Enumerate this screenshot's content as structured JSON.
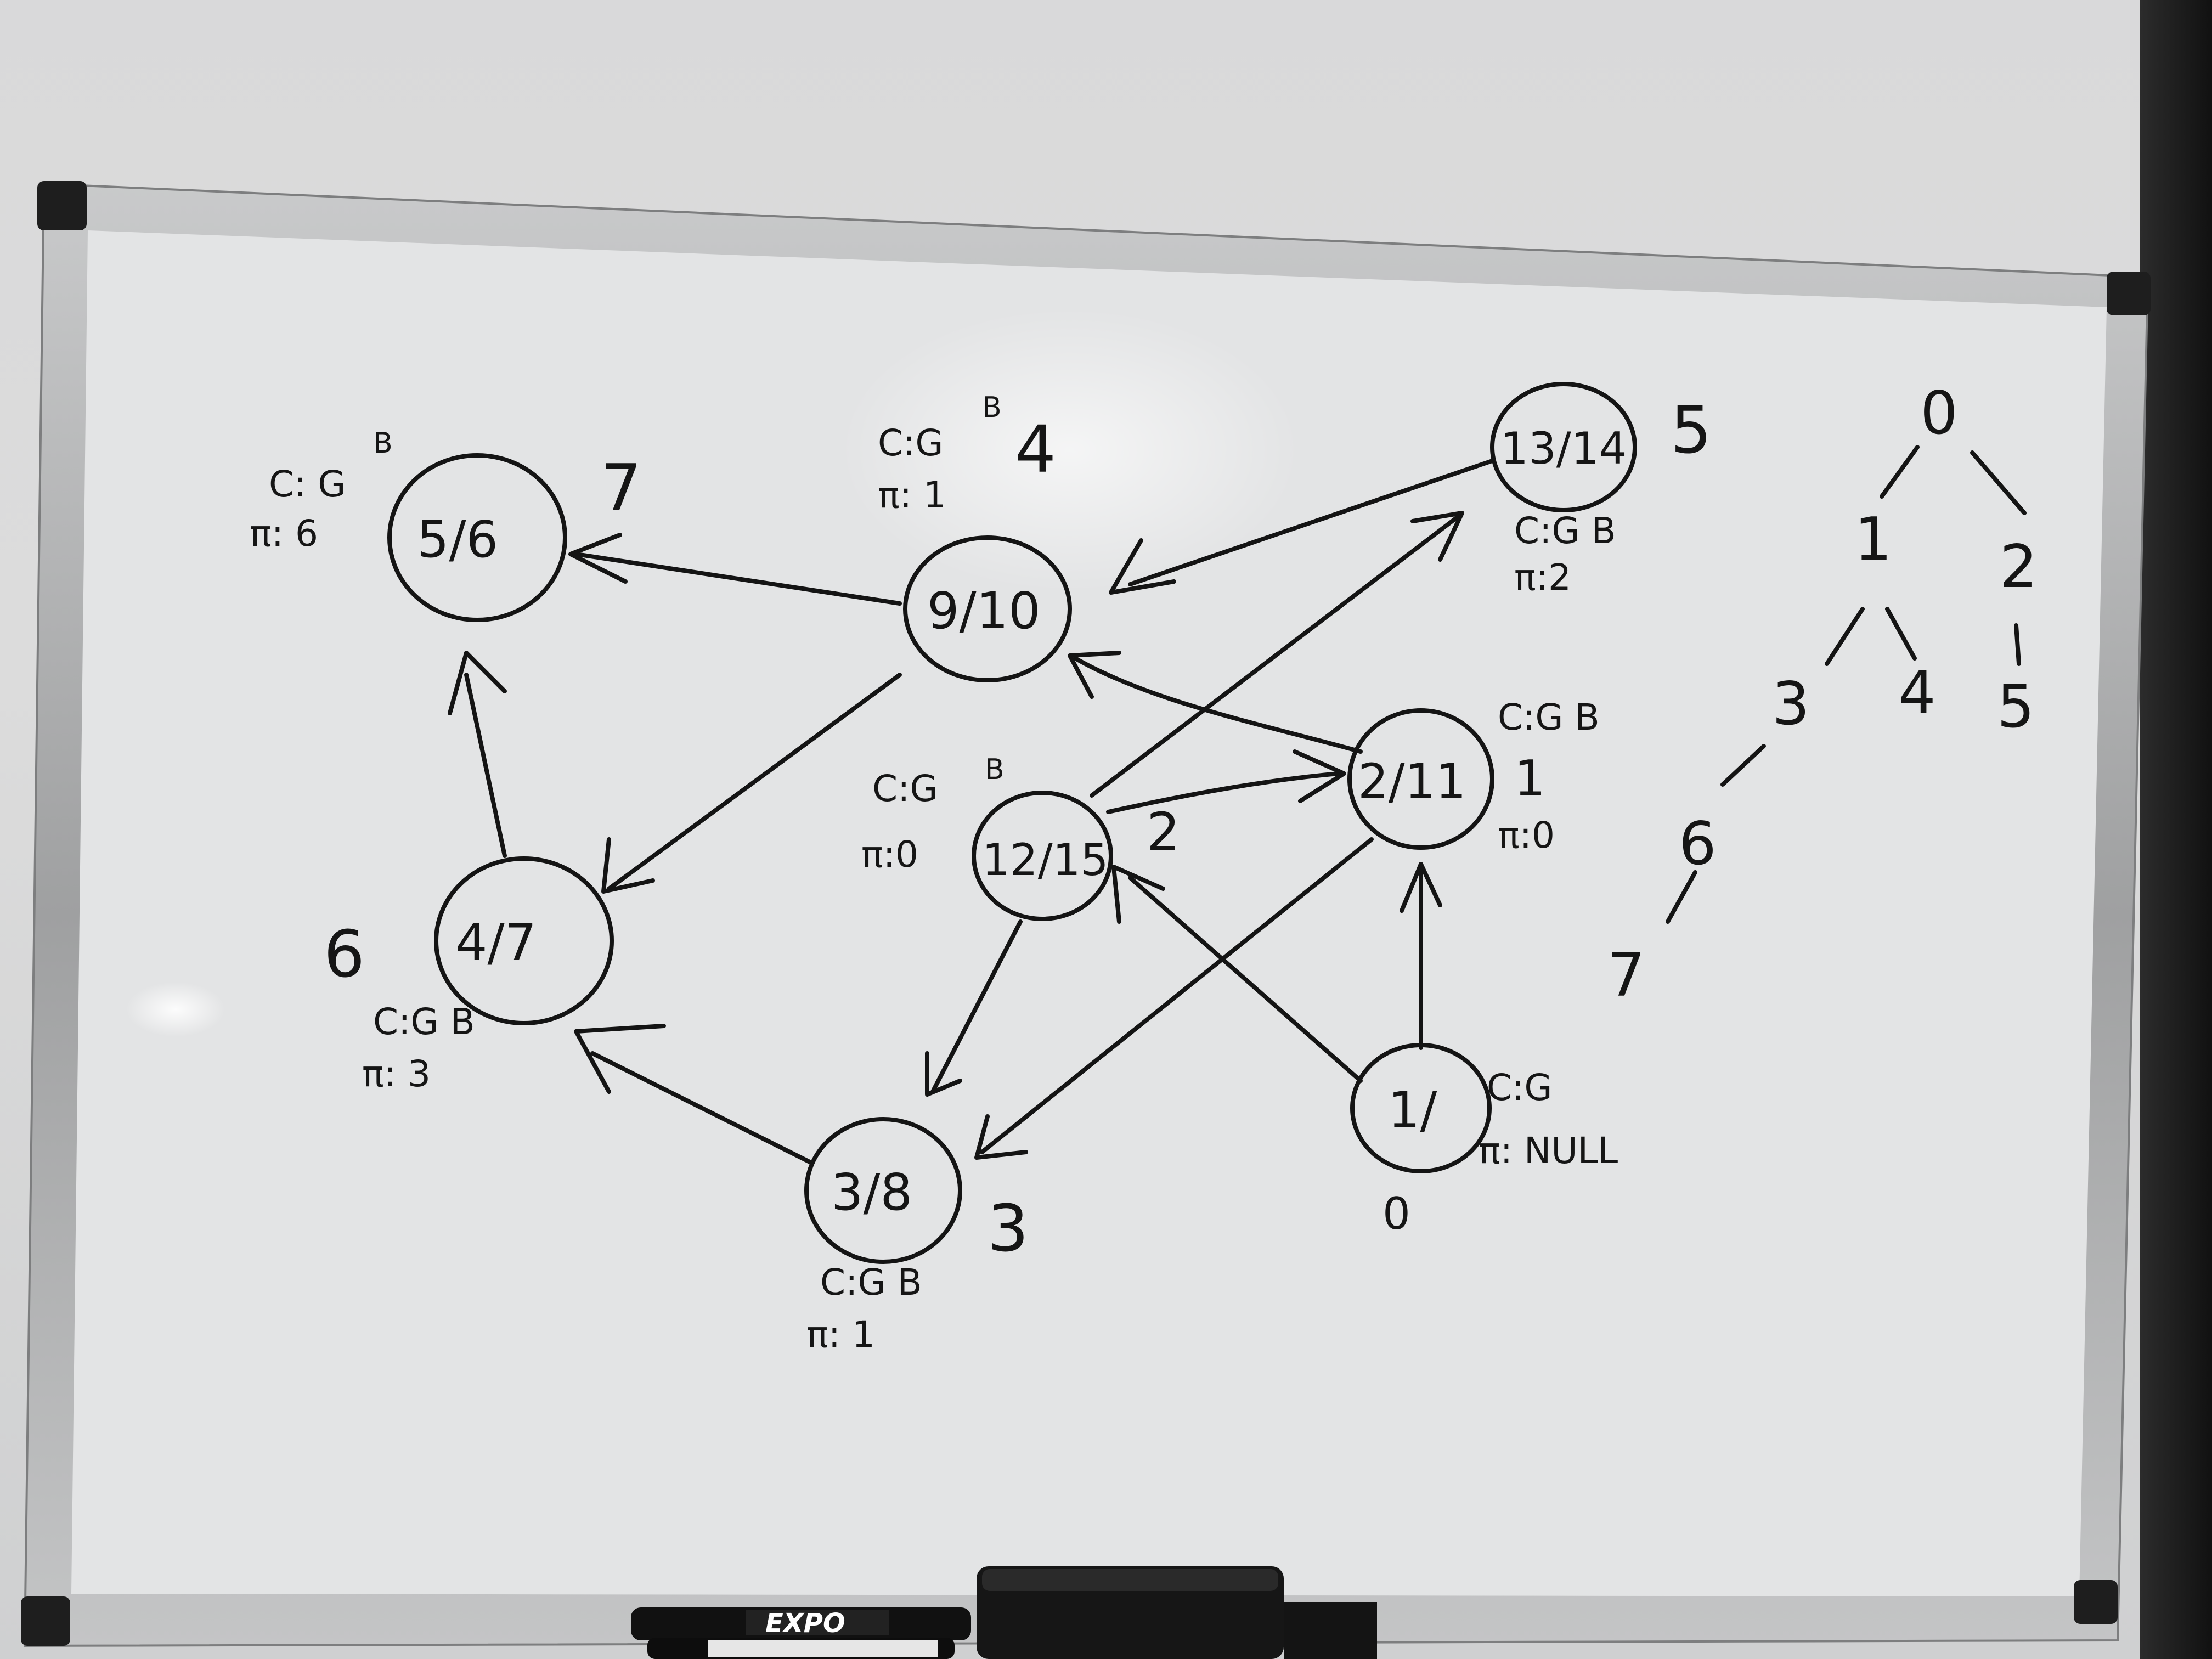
{
  "nodes": [
    {
      "id": "n-5-6",
      "label": "5/6",
      "notes": [
        "C: G",
        "π: 6"
      ],
      "sup": "B",
      "order": "7"
    },
    {
      "id": "n-9-10",
      "label": "9/10",
      "notes": [
        "C:G",
        "π: 1"
      ],
      "sup": "B",
      "order": "4"
    },
    {
      "id": "n-13-14",
      "label": "13/14",
      "notes": [
        "C:G B",
        "π:2"
      ],
      "sup": "",
      "order": "5"
    },
    {
      "id": "n-2-11",
      "label": "2/11",
      "notes": [
        "C:G B",
        "π:0"
      ],
      "sup": "",
      "order": "1"
    },
    {
      "id": "n-12-15",
      "label": "12/15",
      "notes": [
        "C:G",
        "π:0"
      ],
      "sup": "B",
      "order": "2"
    },
    {
      "id": "n-4-7",
      "label": "4/7",
      "notes": [
        "C:G B",
        "π: 3"
      ],
      "sup": "",
      "order": "6"
    },
    {
      "id": "n-3-8",
      "label": "3/8",
      "notes": [
        "C:G B",
        "π: 1"
      ],
      "sup": "",
      "order": "3"
    },
    {
      "id": "n-1",
      "label": "1/",
      "notes": [
        "C:G",
        "π: NULL"
      ],
      "sup": "",
      "order": "0"
    }
  ],
  "tree": {
    "labels": [
      "0",
      "1",
      "2",
      "3",
      "4",
      "5",
      "6",
      "7"
    ]
  },
  "marker": {
    "brand": "EXPO"
  },
  "colors": {
    "ink": "#141414",
    "frame": "#a9aaab",
    "board": "#e4e5e6"
  }
}
